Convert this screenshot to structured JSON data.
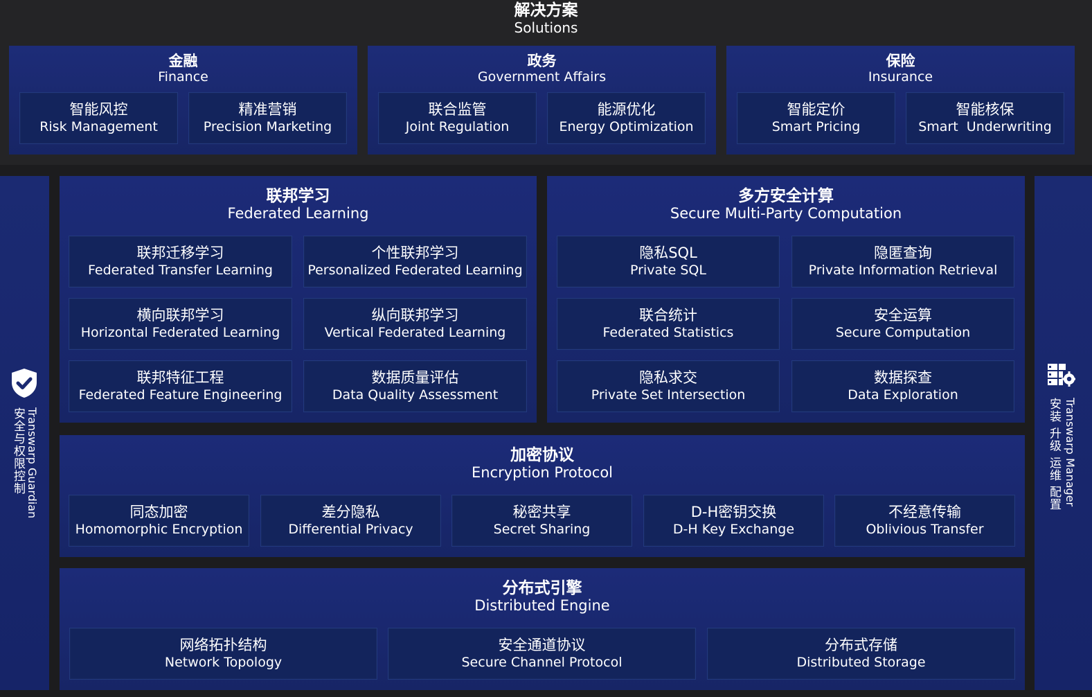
{
  "solutions": {
    "title_zh": "解决方案",
    "title_en": "Solutions",
    "finance": {
      "title_zh": "金融",
      "title_en": "Finance",
      "items": [
        {
          "zh": "智能风控",
          "en": "Risk Management"
        },
        {
          "zh": "精准营销",
          "en": "Precision Marketing"
        }
      ]
    },
    "government": {
      "title_zh": "政务",
      "title_en": "Government Affairs",
      "items": [
        {
          "zh": "联合监管",
          "en": "Joint Regulation"
        },
        {
          "zh": "能源优化",
          "en": "Energy Optimization"
        }
      ]
    },
    "insurance": {
      "title_zh": "保险",
      "title_en": "Insurance",
      "items": [
        {
          "zh": "智能定价",
          "en": "Smart Pricing"
        },
        {
          "zh": "智能核保",
          "en": "Smart  Underwriting"
        }
      ]
    }
  },
  "federated_learning": {
    "title_zh": "联邦学习",
    "title_en": "Federated Learning",
    "items": [
      {
        "zh": "联邦迁移学习",
        "en": "Federated Transfer Learning"
      },
      {
        "zh": "个性联邦学习",
        "en": "Personalized Federated Learning"
      },
      {
        "zh": "横向联邦学习",
        "en": "Horizontal Federated Learning"
      },
      {
        "zh": "纵向联邦学习",
        "en": "Vertical Federated Learning"
      },
      {
        "zh": "联邦特征工程",
        "en": "Federated Feature Engineering"
      },
      {
        "zh": "数据质量评估",
        "en": "Data Quality Assessment"
      }
    ]
  },
  "mpc": {
    "title_zh": "多方安全计算",
    "title_en": "Secure Multi-Party Computation",
    "items": [
      {
        "zh": "隐私SQL",
        "en": "Private SQL"
      },
      {
        "zh": "隐匿查询",
        "en": "Private Information Retrieval"
      },
      {
        "zh": "联合统计",
        "en": "Federated Statistics"
      },
      {
        "zh": "安全运算",
        "en": "Secure Computation"
      },
      {
        "zh": "隐私求交",
        "en": "Private Set Intersection"
      },
      {
        "zh": "数据探查",
        "en": "Data Exploration"
      }
    ]
  },
  "encryption": {
    "title_zh": "加密协议",
    "title_en": "Encryption Protocol",
    "items": [
      {
        "zh": "同态加密",
        "en": "Homomorphic Encryption"
      },
      {
        "zh": "差分隐私",
        "en": "Differential Privacy"
      },
      {
        "zh": "秘密共享",
        "en": "Secret Sharing"
      },
      {
        "zh": "D-H密钥交换",
        "en": "D-H Key Exchange"
      },
      {
        "zh": "不经意传输",
        "en": "Oblivious Transfer"
      }
    ]
  },
  "distributed": {
    "title_zh": "分布式引擎",
    "title_en": "Distributed Engine",
    "items": [
      {
        "zh": "网络拓扑结构",
        "en": "Network Topology"
      },
      {
        "zh": "安全通道协议",
        "en": "Secure Channel Protocol"
      },
      {
        "zh": "分布式存储",
        "en": "Distributed Storage"
      }
    ]
  },
  "guardian": {
    "en": "Transwarp Guardian",
    "zh": "安全与权限控制",
    "icon": "shield-check-icon"
  },
  "manager": {
    "en": "Transwarp Manager",
    "zh": "安装 升级 运维 配置",
    "icon": "server-gear-icon"
  },
  "colors": {
    "background": "#1c1c1e",
    "panel": "#1c2b78",
    "card": "#13245c",
    "card_border": "#22397e",
    "text": "#ffffff"
  }
}
